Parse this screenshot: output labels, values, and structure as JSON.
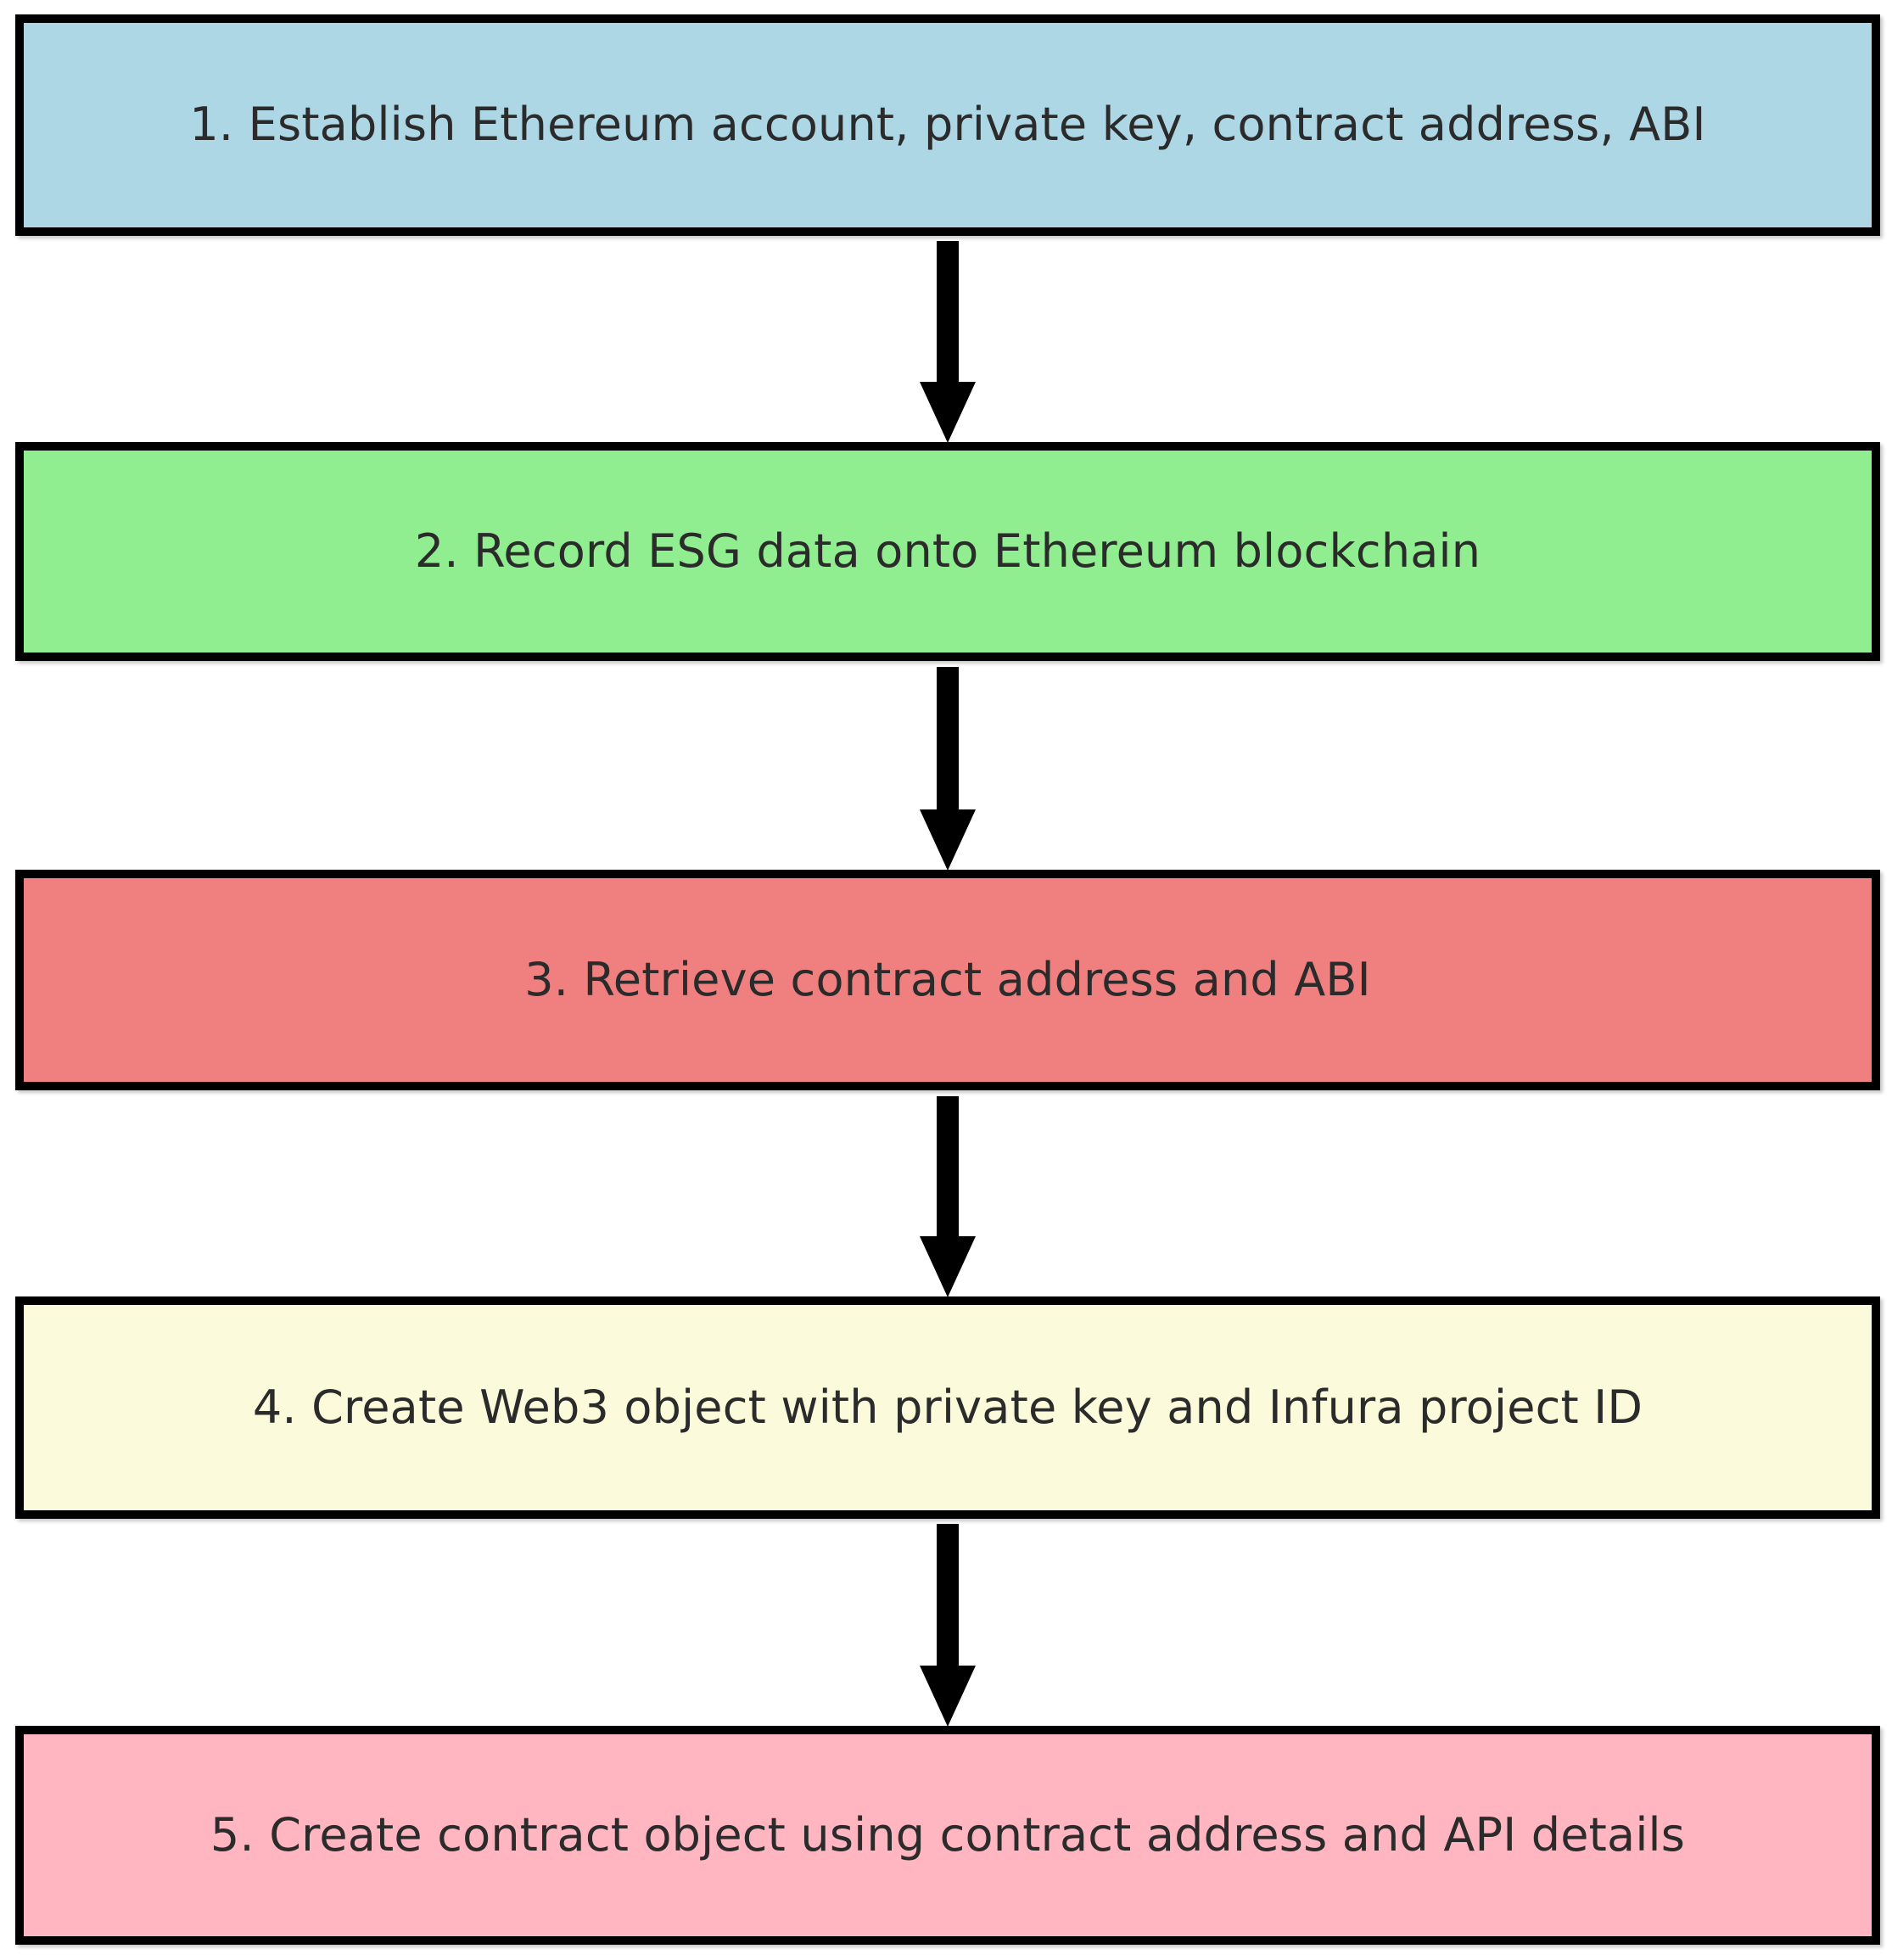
{
  "diagram": {
    "type": "flowchart",
    "orientation": "top-to-bottom",
    "background_color": "#ffffff",
    "nodes": [
      {
        "id": "step-1",
        "step_number": "1",
        "label": "1. Establish Ethereum account, private key, contract address, ABI",
        "fill_color": "#aed7e6",
        "border_color": "#000000",
        "text_color": "#2b2b2b"
      },
      {
        "id": "step-2",
        "step_number": "2",
        "label": "2. Record ESG data onto Ethereum blockchain",
        "fill_color": "#90ee90",
        "border_color": "#000000",
        "text_color": "#2b2b2b"
      },
      {
        "id": "step-3",
        "step_number": "3",
        "label": "3. Retrieve contract address and ABI",
        "fill_color": "#f0807f",
        "border_color": "#000000",
        "text_color": "#2b2b2b"
      },
      {
        "id": "step-4",
        "step_number": "4",
        "label": "4. Create Web3 object with private key and Infura project ID",
        "fill_color": "#fbfbdb",
        "border_color": "#000000",
        "text_color": "#2b2b2b"
      },
      {
        "id": "step-5",
        "step_number": "5",
        "label": "5. Create contract object using contract address and API details",
        "fill_color": "#ffb6c1",
        "border_color": "#000000",
        "text_color": "#2b2b2b"
      }
    ],
    "edges": [
      {
        "id": "edge-1-2",
        "from": "step-1",
        "to": "step-2",
        "marker": "arrow-down",
        "color": "#000000"
      },
      {
        "id": "edge-2-3",
        "from": "step-2",
        "to": "step-3",
        "marker": "arrow-down",
        "color": "#000000"
      },
      {
        "id": "edge-3-4",
        "from": "step-3",
        "to": "step-4",
        "marker": "arrow-down",
        "color": "#000000"
      },
      {
        "id": "edge-4-5",
        "from": "step-4",
        "to": "step-5",
        "marker": "arrow-down",
        "color": "#000000"
      }
    ]
  }
}
